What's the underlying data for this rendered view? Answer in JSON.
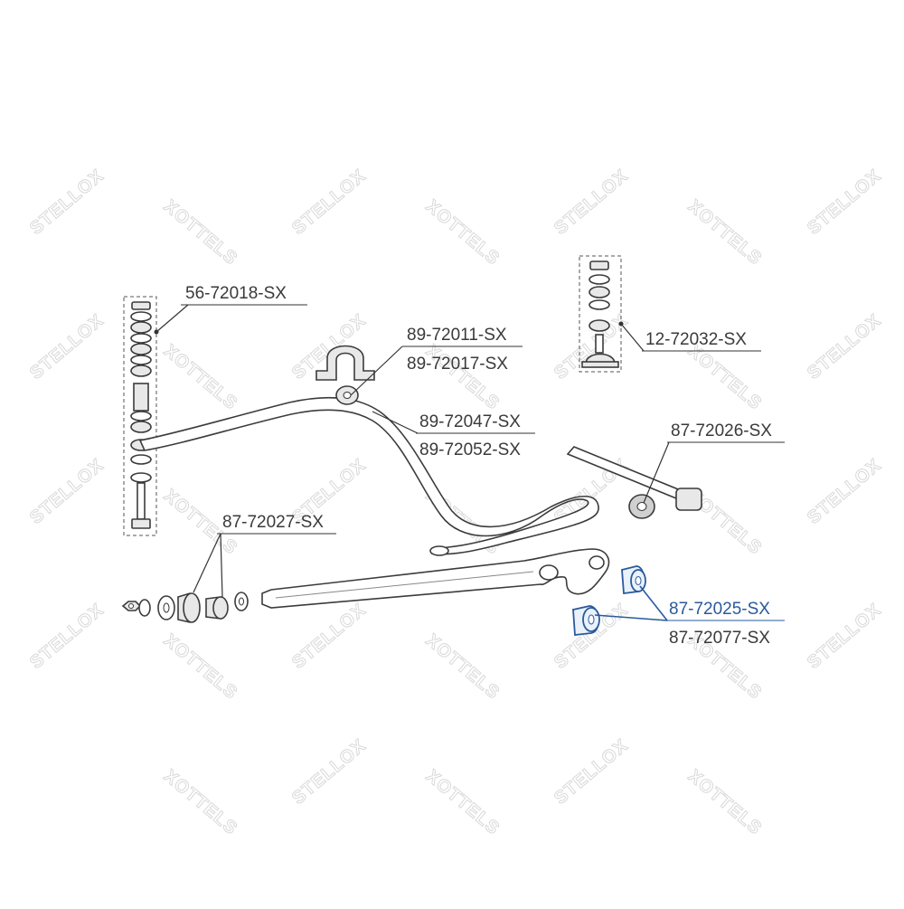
{
  "watermark": {
    "brand_a": "STELLOX",
    "brand_b": "XOTTELS"
  },
  "labels": {
    "p1": "56-72018-SX",
    "p2": "89-72011-SX",
    "p3": "89-72017-SX",
    "p4": "12-72032-SX",
    "p5": "89-72047-SX",
    "p6": "89-72052-SX",
    "p7": "87-72026-SX",
    "p8": "87-72027-SX",
    "p9": "87-72025-SX",
    "p10": "87-72077-SX"
  },
  "colors": {
    "highlight": "#2a5a9c",
    "line": "#333333",
    "watermark": "#d9d9d9"
  }
}
